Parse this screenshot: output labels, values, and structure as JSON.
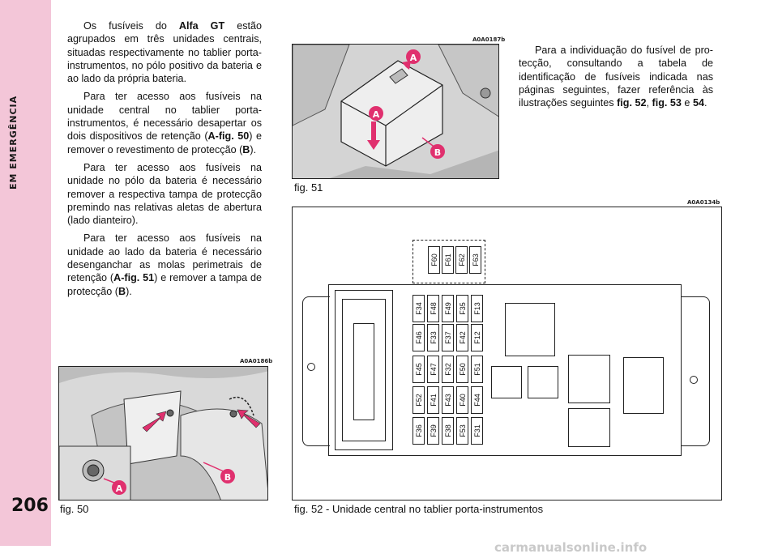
{
  "section_title": "EM EMERGÊNCIA",
  "page_number": "206",
  "left_text": {
    "p1_pre": "Os fusíveis do ",
    "p1_bold": "Alfa GT",
    "p1_post": " estão agrupados em três unidades centrais, situadas respec­tivamente no tablier porta-instrumentos, no pólo positivo da bateria e ao lado da própria bateria.",
    "p2_pre": "Para ter acesso aos fusíveis na unidade central no tablier porta-instrumentos, é ne­cessário desapertar os dois dispositivos de re­tenção (",
    "p2_bold1": "A-fig. 50",
    "p2_mid": ") e remover o revesti­mento de protecção (",
    "p2_bold2": "B",
    "p2_post": ").",
    "p3": "Para ter acesso aos fusíveis na unidade no pólo da bateria é necessário remover a res­pectiva tampa de protecção premindo nas relativas aletas de abertura (lado dianteiro).",
    "p4_pre": "Para ter acesso aos fusíveis na unidade ao lado da bateria é necessário desenganchar as molas perimetrais de retenção (",
    "p4_bold1": "A-fig. 51",
    "p4_mid": ") e remover a tampa de protecção (",
    "p4_bold2": "B",
    "p4_post": ")."
  },
  "right_text": {
    "pre": "Para a individuação do fusível de pro­tecção, consultando a tabela de identificação de fusíveis indicada nas páginas seguintes, fazer referência às ilustrações seguintes ",
    "bold1": "fig. 52",
    "sep1": ", ",
    "bold2": "fig. 53",
    "sep2": " e ",
    "bold3": "54",
    "post": "."
  },
  "figures": {
    "fig50": {
      "code": "A0A0186b",
      "caption": "fig. 50",
      "label_a": "A",
      "label_b": "B"
    },
    "fig51": {
      "code": "A0A0187b",
      "caption": "fig. 51",
      "label_a1": "A",
      "label_a2": "A",
      "label_b": "B"
    },
    "fig52": {
      "code": "A0A0134b",
      "caption": "fig. 52 - Unidade central no tablier porta-instrumentos"
    }
  },
  "fuse_top": [
    "F60",
    "F61",
    "F62",
    "F63"
  ],
  "fuse_grid": [
    [
      "F34",
      "F48",
      "F49",
      "F35",
      "F13"
    ],
    [
      "F46",
      "F33",
      "F37",
      "F42",
      "F12"
    ],
    [
      "F45",
      "F47",
      "F32",
      "F50",
      "F51"
    ],
    [
      "F52",
      "F41",
      "F43",
      "F40",
      "F44"
    ],
    [
      "F36",
      "F39",
      "F38",
      "F53",
      "F31"
    ]
  ],
  "colors": {
    "band": "#f3c6d8",
    "marker": "#e0306e"
  },
  "footer_watermark": "carmanualsonline.info"
}
